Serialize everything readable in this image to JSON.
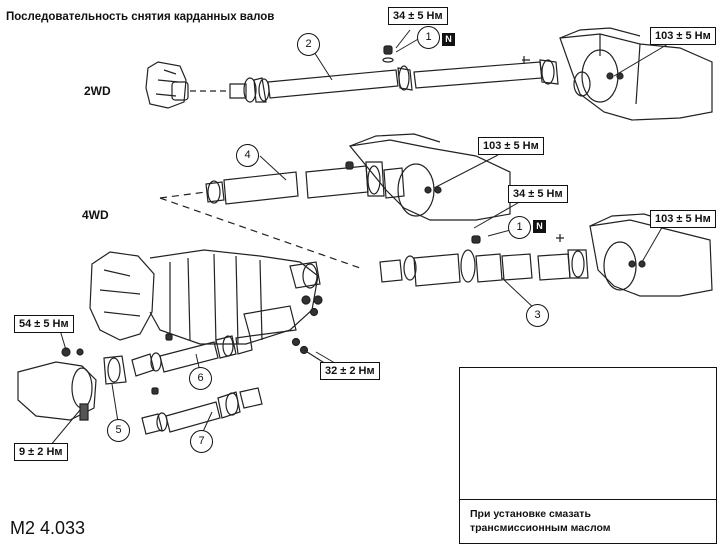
{
  "title": "Последовательность снятия карданных валов",
  "sections": {
    "two_wd": "2WD",
    "four_wd": "4WD"
  },
  "torques": {
    "t_top_mid": "34 ± 5 Нм",
    "t_top_right": "103 ± 5 Нм",
    "t_mid_upper": "103 ± 5 Нм",
    "t_mid_center": "34 ± 5 Нм",
    "t_mid_right": "103 ± 5 Нм",
    "t_left_top": "54 ± 5 Нм",
    "t_center_bottom": "32 ± 2 Нм",
    "t_left_bottom": "9 ± 2 Нм"
  },
  "callouts": [
    "1",
    "2",
    "4",
    "1",
    "3",
    "6",
    "5",
    "7"
  ],
  "badge": "N",
  "inset": {
    "note_line1": "При установке смазать",
    "note_line2": "трансмиссионным маслом"
  },
  "figure_code": "M2 4.033"
}
